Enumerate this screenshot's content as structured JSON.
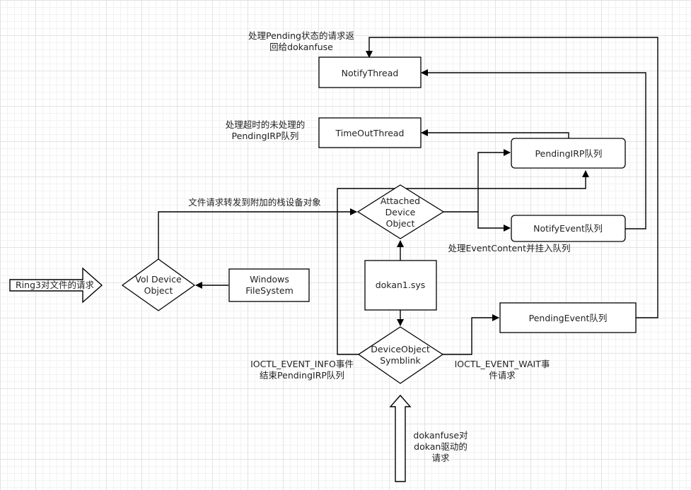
{
  "nodes": {
    "notify_thread": "NotifyThread",
    "timeout_thread": "TimeOutThread",
    "pending_irp_queue": "PendingIRP队列",
    "attached_device": [
      "Attached",
      "Device",
      "Object"
    ],
    "notify_event_queue": "NotifyEvent队列",
    "vol_device": [
      "Vol Device",
      "Object"
    ],
    "windows_fs": [
      "Windows",
      "FileSystem"
    ],
    "dokan_sys": "dokan1.sys",
    "pending_event_queue": "PendingEvent队列",
    "device_symlink": [
      "DeviceObject",
      "Symblink"
    ]
  },
  "labels": {
    "pending_notify": [
      "处理Pending状态的请求返",
      "回给dokanfuse"
    ],
    "timeout": [
      "处理超时的未处理的",
      "PendingIRP队列"
    ],
    "forward": "文件请求转发到附加的栈设备对象",
    "event_content": "处理EventContent并挂入队列",
    "event_info": [
      "IOCTL_EVENT_INFO事件",
      "结束PendingIRP队列"
    ],
    "event_wait": [
      "IOCTL_EVENT_WAIT事",
      "件请求"
    ],
    "ring3": "Ring3对文件的请求",
    "dokanfuse_req": [
      "dokanfuse对",
      "dokan驱动的",
      "请求"
    ]
  }
}
